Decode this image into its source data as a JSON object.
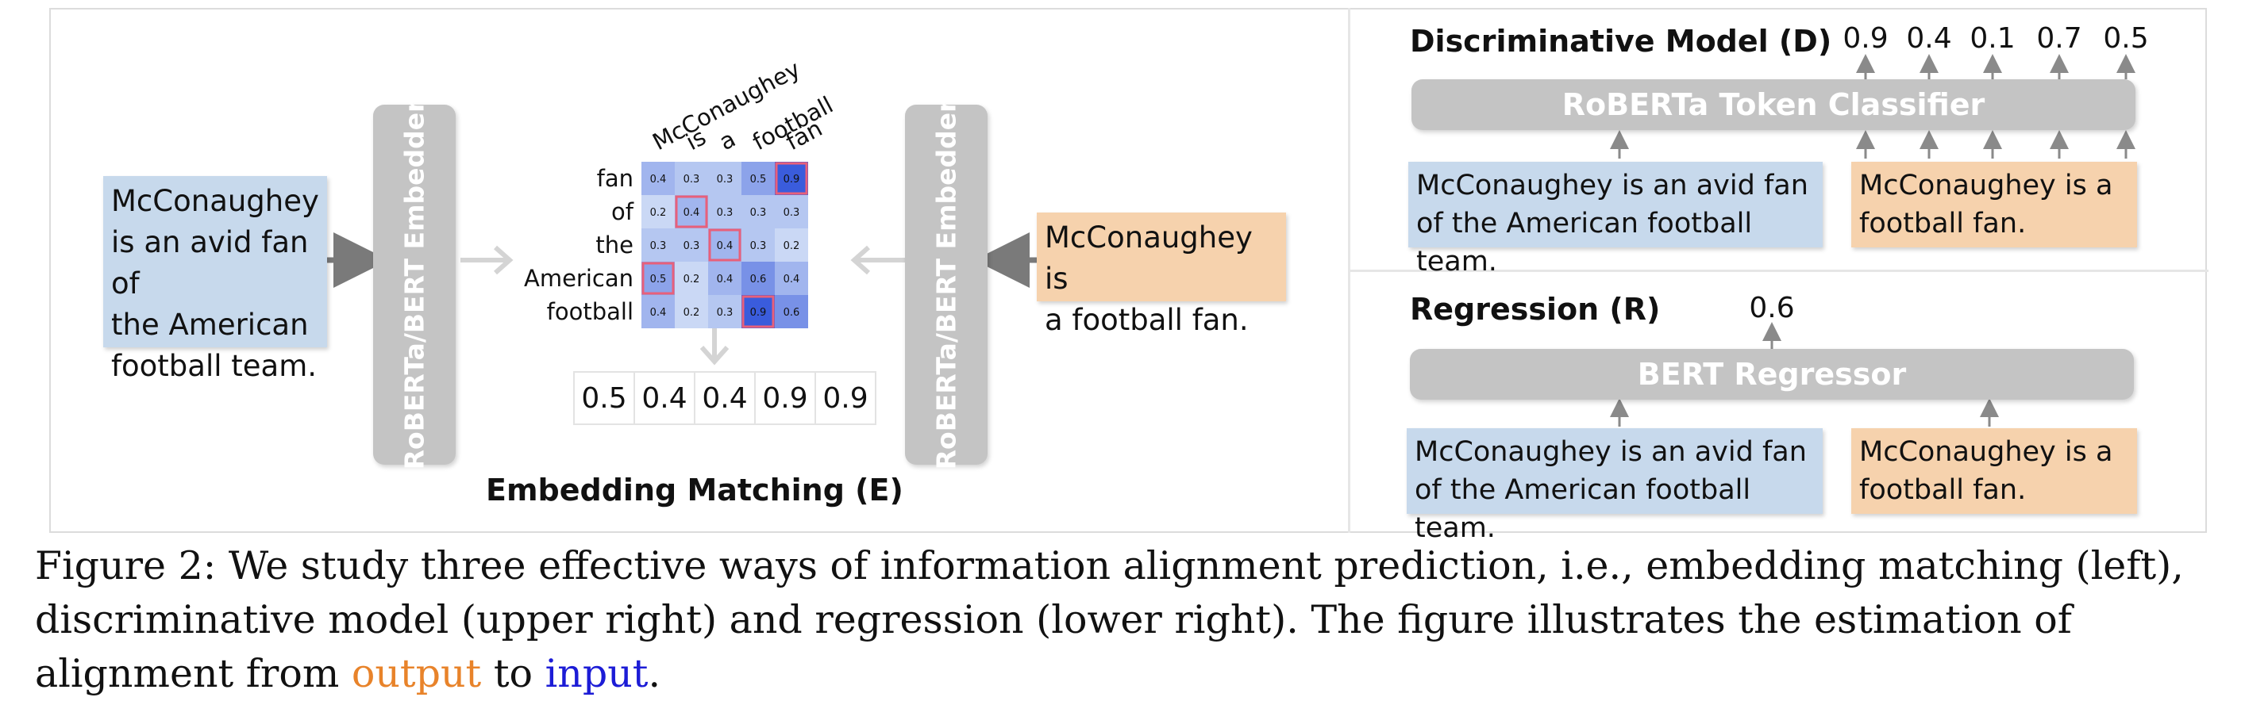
{
  "embedding_matching": {
    "title": "Embedding Matching (E)",
    "input_text_lines": [
      "McConaughey",
      "is an avid fan of",
      "the American",
      "football team."
    ],
    "output_text_lines": [
      "McConaughey  is",
      "a  football  fan."
    ],
    "left_embedder_label": "RoBERTa/BERT Embedder",
    "right_embedder_label": "RoBERTa/BERT Embedder",
    "heatmap": {
      "columns": [
        "McConaughey",
        "is",
        "a",
        "football",
        "fan"
      ],
      "rows": [
        "fan",
        "of",
        "the",
        "American",
        "football"
      ],
      "values": [
        [
          "0.4",
          "0.3",
          "0.3",
          "0.5",
          "0.9"
        ],
        [
          "0.2",
          "0.4",
          "0.3",
          "0.3",
          "0.3"
        ],
        [
          "0.3",
          "0.3",
          "0.4",
          "0.3",
          "0.2"
        ],
        [
          "0.5",
          "0.2",
          "0.4",
          "0.6",
          "0.4"
        ],
        [
          "0.4",
          "0.2",
          "0.3",
          "0.9",
          "0.6"
        ]
      ],
      "highlighted": [
        [
          0,
          4
        ],
        [
          1,
          1
        ],
        [
          2,
          2
        ],
        [
          3,
          0
        ],
        [
          4,
          3
        ]
      ]
    },
    "result_scores": [
      "0.5",
      "0.4",
      "0.4",
      "0.9",
      "0.9"
    ]
  },
  "discriminative": {
    "title": "Discriminative Model (D)",
    "classifier_label": "RoBERTa Token Classifier",
    "scores": [
      "0.9",
      "0.4",
      "0.1",
      "0.7",
      "0.5"
    ],
    "input_text_lines": [
      "McConaughey is an avid fan",
      "of the American football team."
    ],
    "output_text_lines": [
      "McConaughey  is  a",
      "football  fan."
    ]
  },
  "regression": {
    "title": "Regression (R)",
    "regressor_label": "BERT Regressor",
    "score": "0.6",
    "input_text_lines": [
      "McConaughey is an avid fan",
      "of the American football team."
    ],
    "output_text_lines": [
      "McConaughey  is  a",
      "football  fan."
    ]
  },
  "caption": {
    "figure_label": "Figure 2:",
    "part1": " We study three effective ways of information alignment prediction, i.e., embedding matching (left), discriminative model (upper right) and regression (lower right). The figure illustrates the estimation of alignment from ",
    "output_word": "output",
    "middle": " to ",
    "input_word": "input",
    "end": "."
  }
}
